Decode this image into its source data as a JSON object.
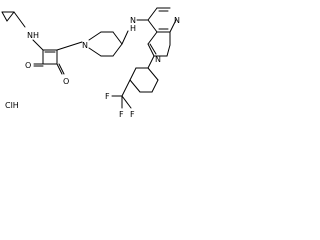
{
  "labels": {
    "nh_cyclopropyl": "NH",
    "nh_amine": "N",
    "nh_amine_h": "H",
    "n_piperidine": "N",
    "o_top": "O",
    "o_bottom": "O",
    "n_ring_top": "N",
    "n_ring_bottom": "N",
    "f1": "F",
    "f2": "F",
    "f3": "F",
    "salt": "ClH"
  }
}
